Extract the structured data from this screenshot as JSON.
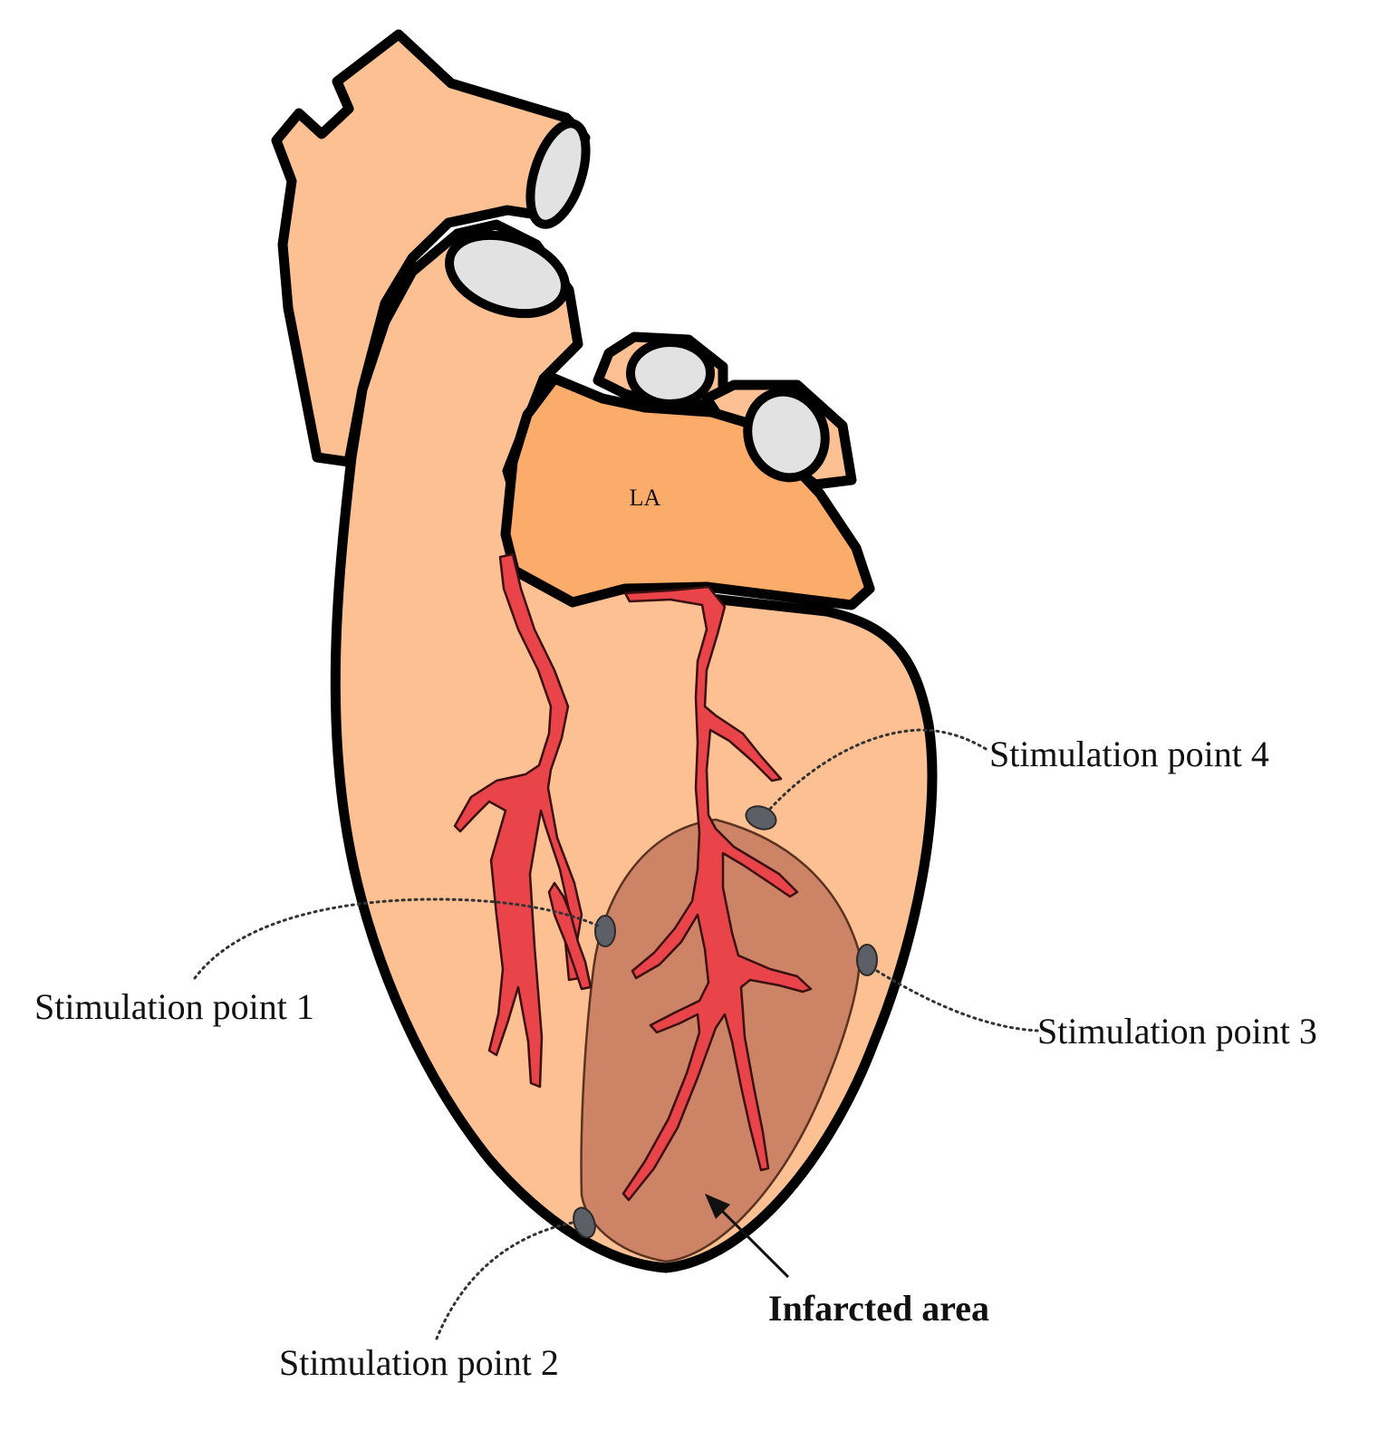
{
  "labels": {
    "la": "LA",
    "infarcted_area": "Infarcted area",
    "stim1": "Stimulation point 1",
    "stim2": "Stimulation point 2",
    "stim3": "Stimulation point 3",
    "stim4": "Stimulation point 4"
  },
  "colors": {
    "heart_fill": "#fcc093",
    "atrium_fill": "#fbab6a",
    "infarct_fill": "#c98063",
    "vessel_fill": "#e8444a",
    "vessel_opening": "#e2e2e2",
    "electrode": "#5c6066"
  }
}
